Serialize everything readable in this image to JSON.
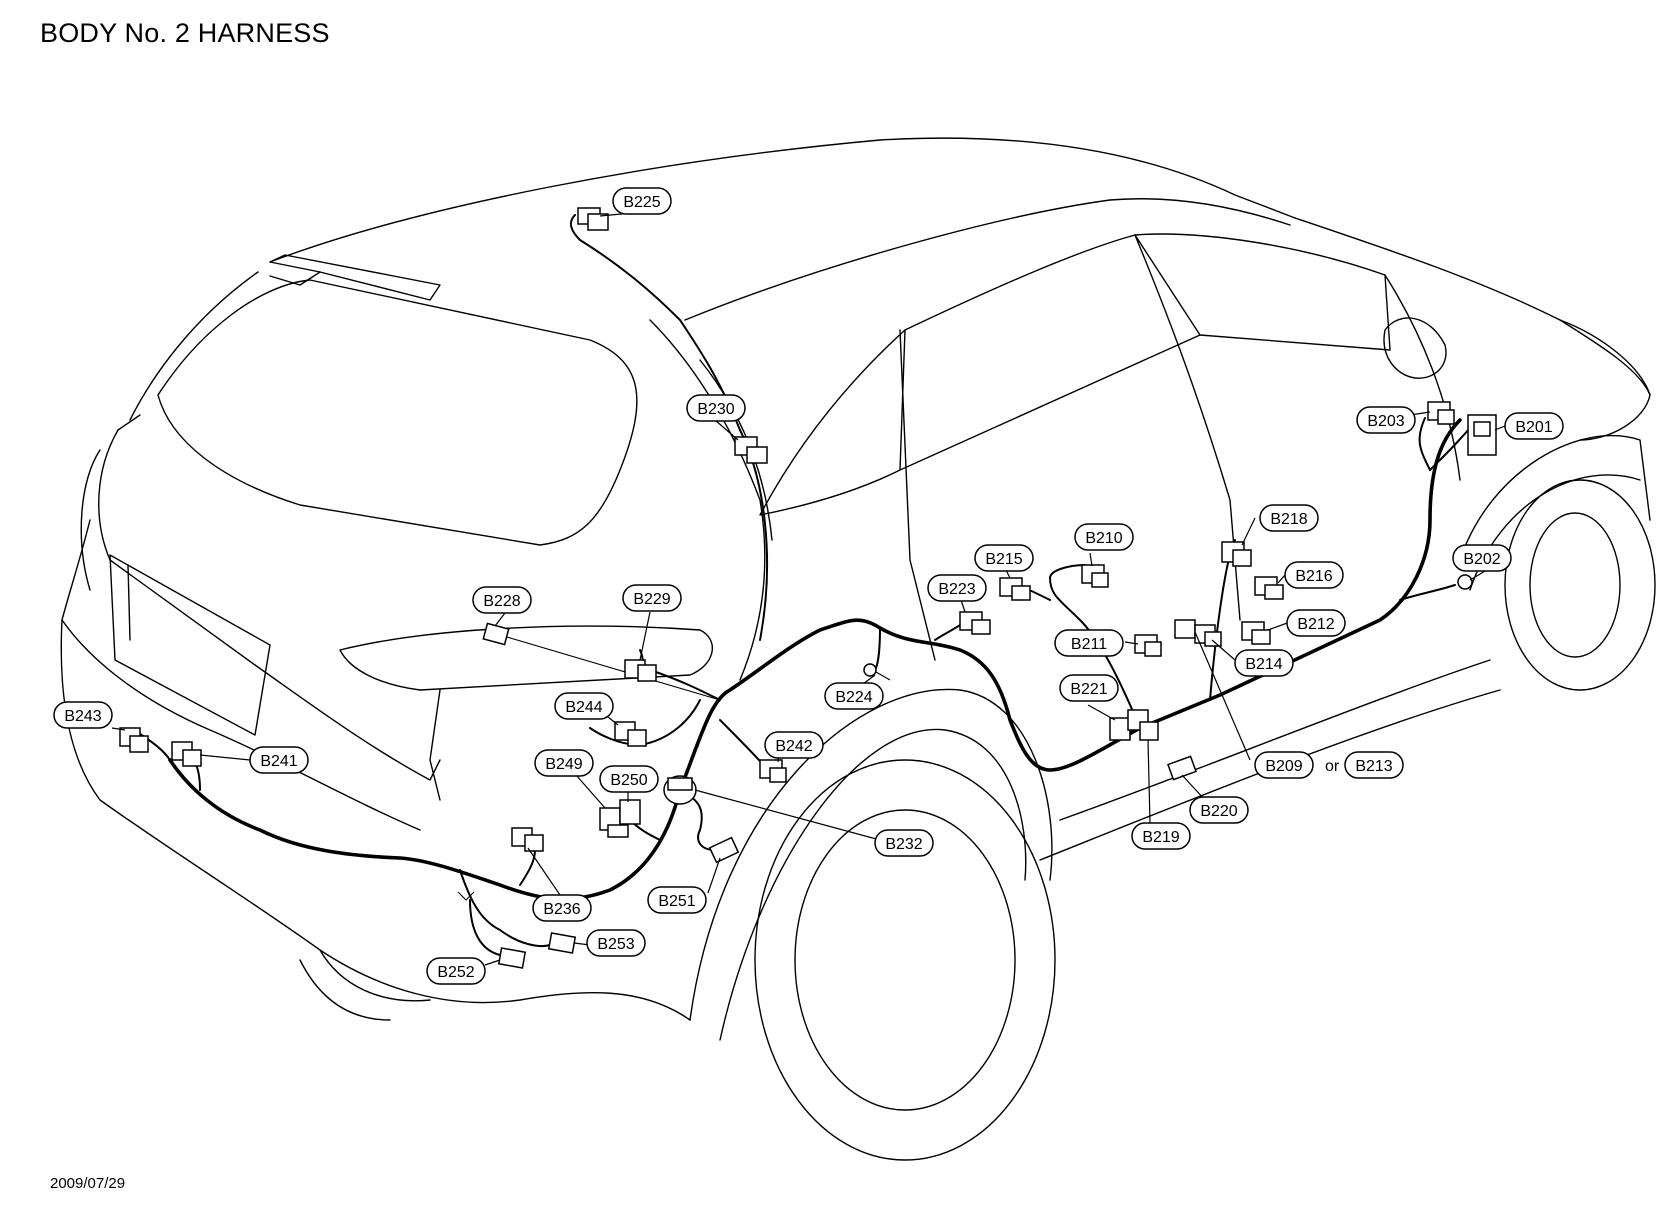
{
  "title": "BODY No. 2 HARNESS",
  "date": "2009/07/29",
  "or_text": "or",
  "connectors": {
    "b201": "B201",
    "b202": "B202",
    "b203": "B203",
    "b209": "B209",
    "b210": "B210",
    "b211": "B211",
    "b212": "B212",
    "b213": "B213",
    "b214": "B214",
    "b215": "B215",
    "b216": "B216",
    "b218": "B218",
    "b219": "B219",
    "b220": "B220",
    "b221": "B221",
    "b223": "B223",
    "b224": "B224",
    "b225": "B225",
    "b228": "B228",
    "b229": "B229",
    "b230": "B230",
    "b232": "B232",
    "b236": "B236",
    "b241": "B241",
    "b242": "B242",
    "b243": "B243",
    "b244": "B244",
    "b249": "B249",
    "b250": "B250",
    "b251": "B251",
    "b252": "B252",
    "b253": "B253"
  }
}
